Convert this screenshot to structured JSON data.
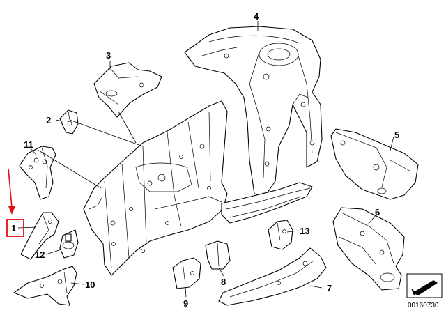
{
  "diagram": {
    "reference_number": "00160730",
    "highlight_color": "#e01010",
    "highlighted_part": "1",
    "labels": [
      "1",
      "2",
      "3",
      "4",
      "5",
      "6",
      "7",
      "8",
      "9",
      "10",
      "11",
      "12",
      "13"
    ]
  }
}
